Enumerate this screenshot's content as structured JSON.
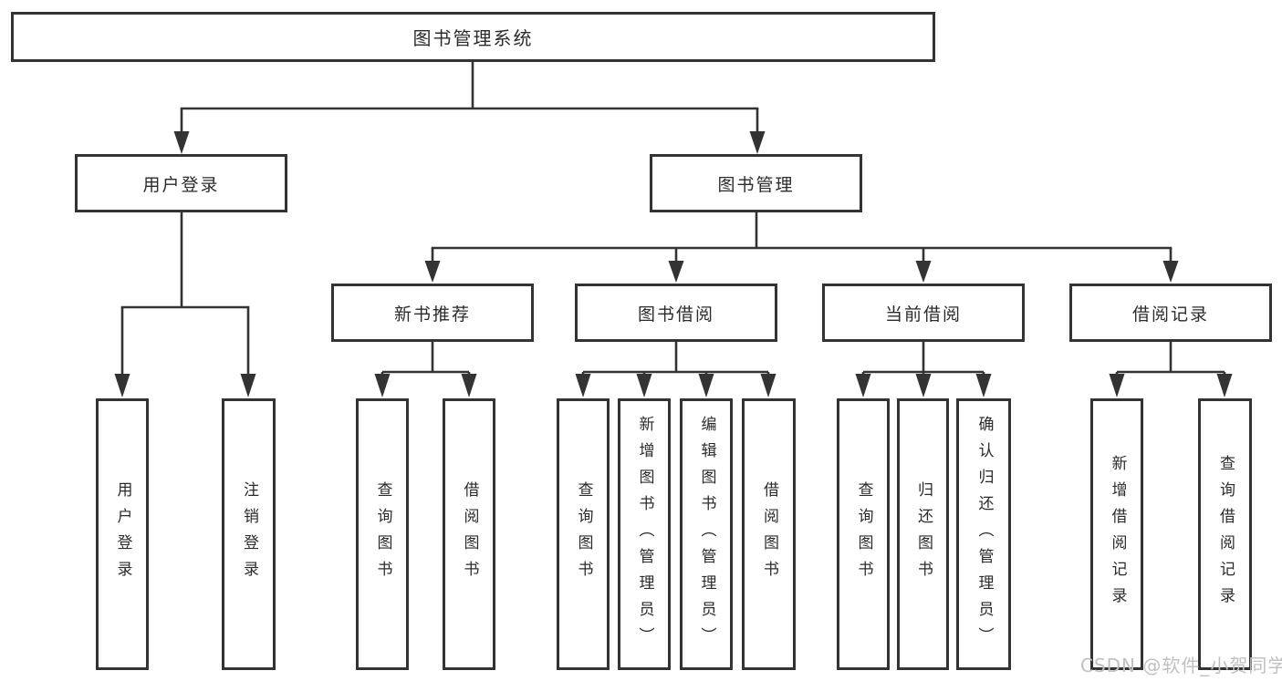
{
  "title": "图书管理系统",
  "nodes": {
    "root": {
      "label": "图书管理系统"
    },
    "user_login": {
      "label": "用户登录"
    },
    "book_management": {
      "label": "图书管理"
    },
    "sections": [
      {
        "label": "新书推荐"
      },
      {
        "label": "图书借阅"
      },
      {
        "label": "当前借阅"
      },
      {
        "label": "借阅记录"
      }
    ],
    "leaves": {
      "user": [
        {
          "label": "用户登录"
        },
        {
          "label": "注销登录"
        }
      ],
      "recommend": [
        {
          "label": "查询图书"
        },
        {
          "label": "借阅图书"
        }
      ],
      "borrowing": [
        {
          "label": "查询图书"
        },
        {
          "label": "新增图书（管理员）"
        },
        {
          "label": "编辑图书（管理员）"
        },
        {
          "label": "借阅图书"
        }
      ],
      "current": [
        {
          "label": "查询图书"
        },
        {
          "label": "归还图书"
        },
        {
          "label": "确认归还（管理员）"
        }
      ],
      "records": [
        {
          "label": "新增借阅记录"
        },
        {
          "label": "查询借阅记录"
        }
      ]
    }
  },
  "watermark": {
    "text": "CSDN @软件_小贺同学",
    "color": "#c0c0c0"
  },
  "colors": {
    "line": "#333333",
    "box_border": "#333333",
    "text": "#2b2b2b",
    "background": "#ffffff"
  }
}
